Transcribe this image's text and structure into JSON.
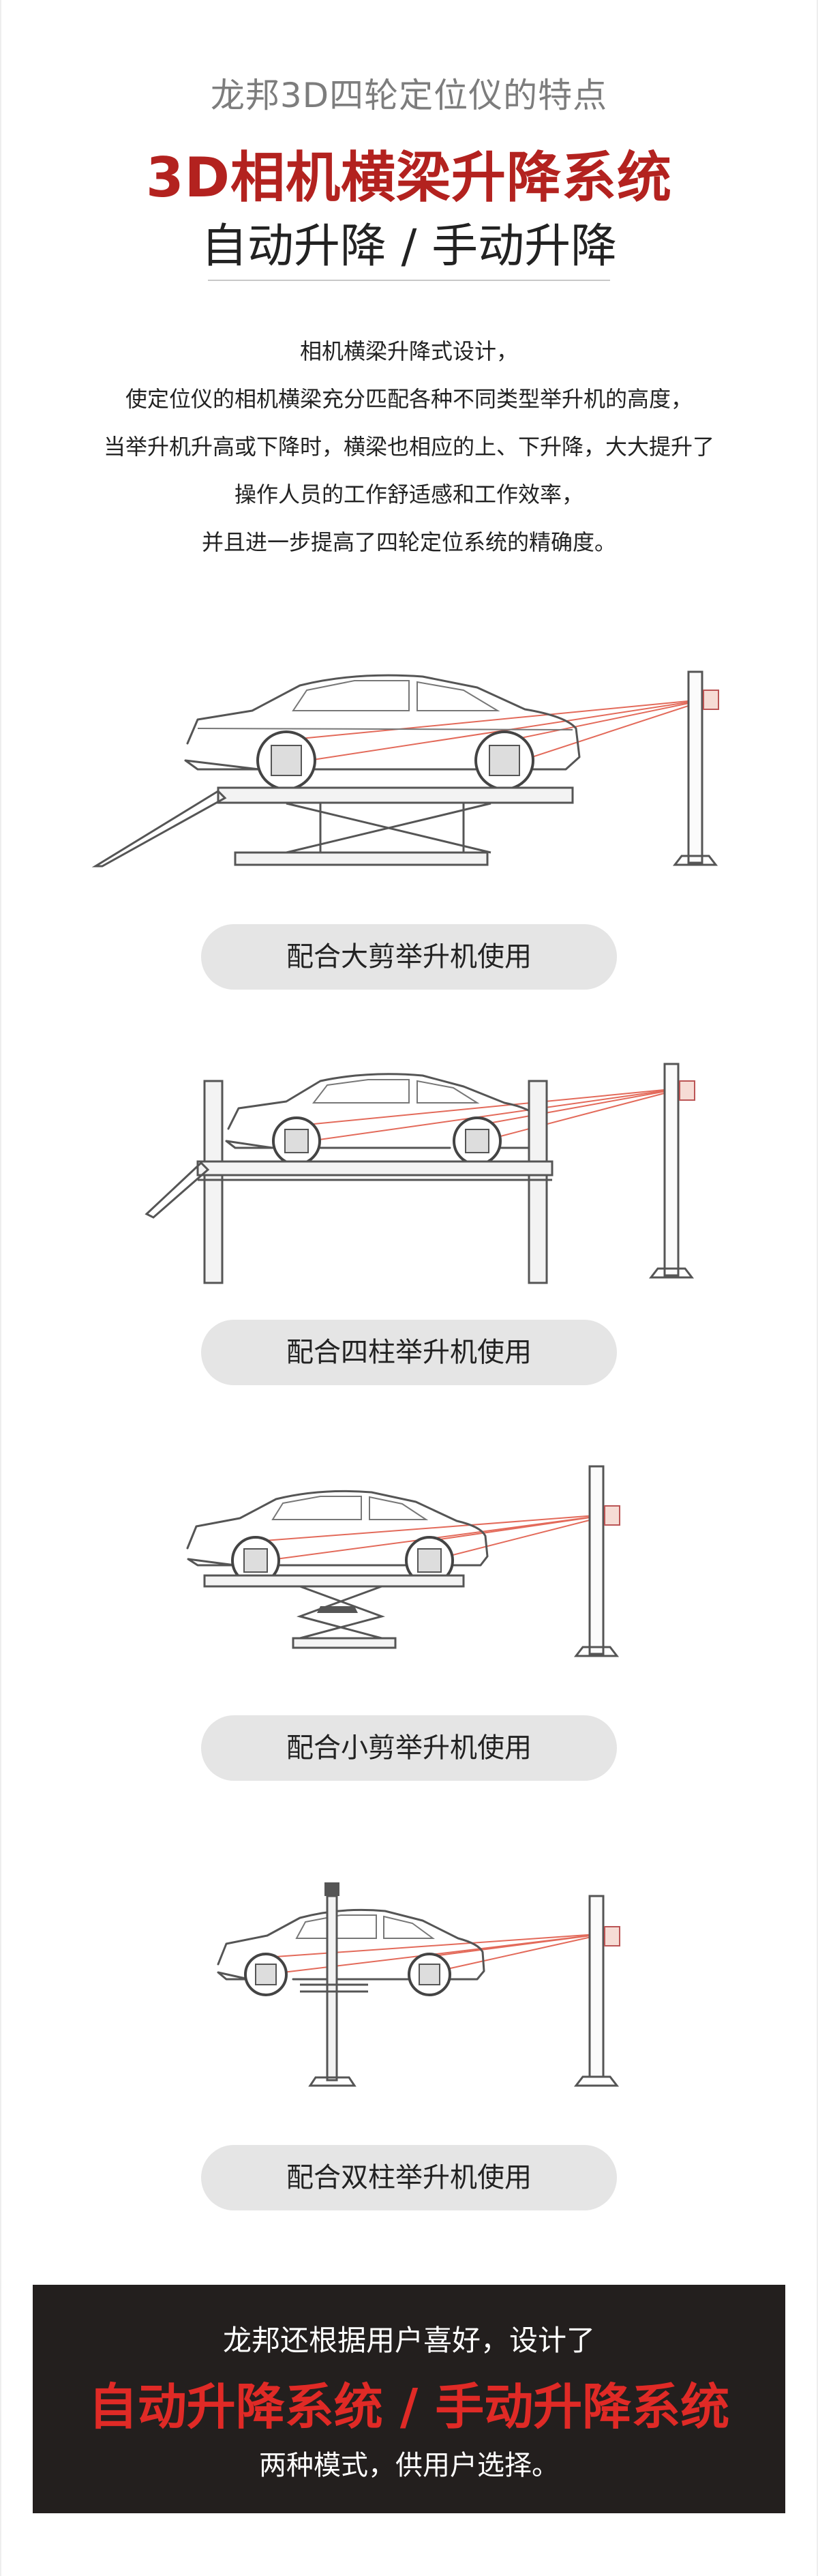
{
  "header": {
    "kicker": "龙邦3D四轮定位仪的特点",
    "headline": "3D相机横梁升降系统",
    "subline": "自动升降 / 手动升降"
  },
  "intro": {
    "lines": [
      "相机横梁升降式设计，",
      "使定位仪的相机横梁充分匹配各种不同类型举升机的高度，",
      "当举升机升高或下降时，横梁也相应的上、下升降，大大提升了",
      "操作人员的工作舒适感和工作效率，",
      "并且进一步提高了四轮定位系统的精确度。"
    ]
  },
  "sections": [
    {
      "label": "配合大剪举升机使用",
      "lift_type": "large-scissor"
    },
    {
      "label": "配合四柱举升机使用",
      "lift_type": "four-post"
    },
    {
      "label": "配合小剪举升机使用",
      "lift_type": "small-scissor"
    },
    {
      "label": "配合双柱举升机使用",
      "lift_type": "two-post"
    }
  ],
  "footer": {
    "lead": "龙邦还根据用户喜好，设计了",
    "highlight": "自动升降系统 / 手动升降系统",
    "tail": "两种模式，供用户选择。"
  },
  "colors": {
    "accent": "#b3221f",
    "footer_accent": "#e02a26",
    "footer_bg": "#231f1e",
    "pill_bg": "#e5e5e5"
  }
}
